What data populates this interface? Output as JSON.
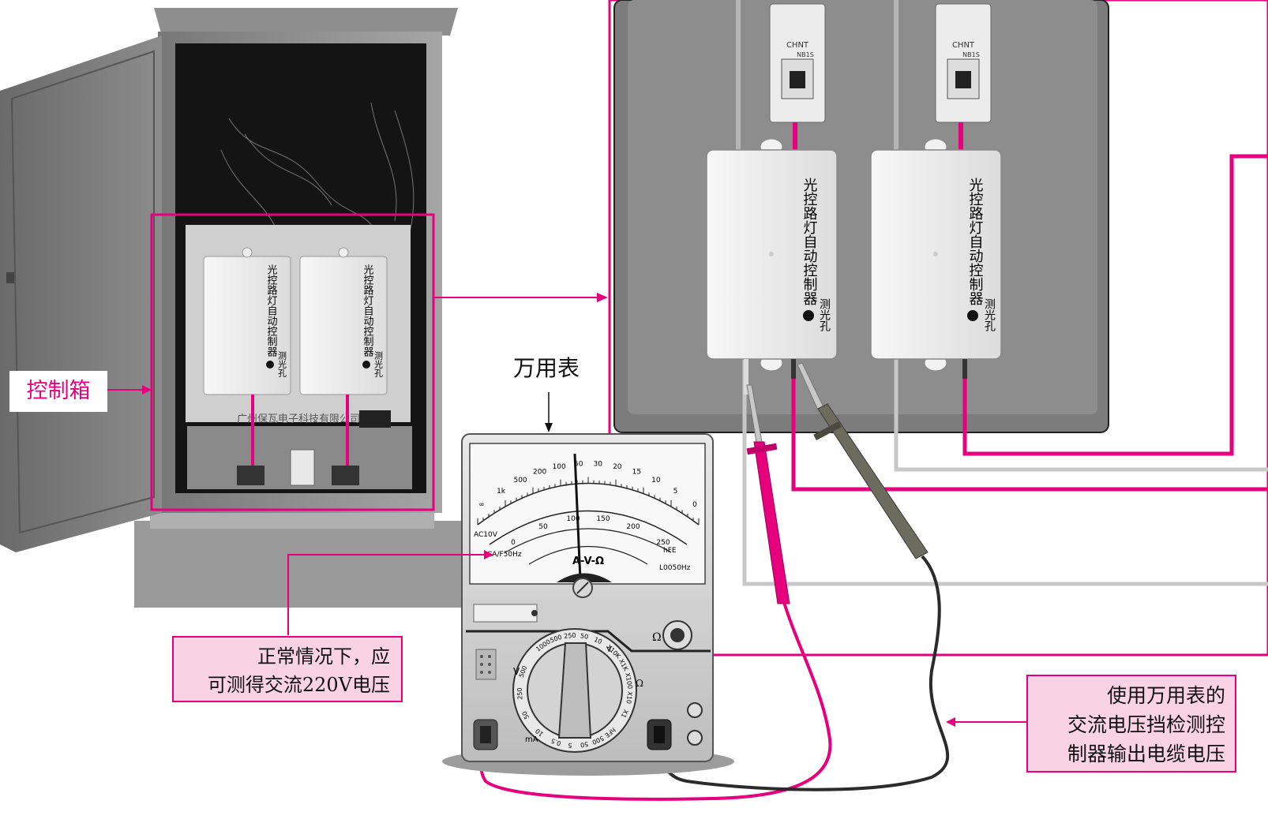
{
  "labels": {
    "control_box": "控制箱",
    "multimeter": "万用表",
    "normal_reading": [
      "正常情况下，应",
      "可测得交流220V电压"
    ],
    "method": [
      "使用万用表的",
      "交流电压挡检测控",
      "制器输出电缆电压"
    ]
  },
  "controller": {
    "label": "光控路灯自动控制器",
    "sensor": "测光孔"
  },
  "breaker_brand": "CHNT",
  "breaker_model": "NB1S",
  "plate_text": "广州保瓦电子科技有限公司",
  "meter": {
    "function_label": "A-V-Ω",
    "scale_labels": [
      "AC10V",
      "CA/F50Hz",
      "L0050Hz",
      "hFE"
    ],
    "ohm_scale": [
      "∞",
      "1k",
      "500",
      "200",
      "100",
      "50",
      "30",
      "20",
      "15",
      "10",
      "5",
      "0"
    ],
    "dc_scale": [
      "0",
      "50",
      "100",
      "150",
      "200",
      "250"
    ],
    "dial_vdc": [
      "1000",
      "500",
      "250",
      "50",
      "10"
    ],
    "dial_ohm": [
      "X10K",
      "X1K",
      "X100",
      "X10",
      "X1"
    ],
    "dial_ma": [
      "10",
      "50",
      "250",
      "500"
    ],
    "dial_bottom": [
      "hFE",
      "500",
      "50",
      "5",
      "0.5"
    ],
    "dial_v_letter": "V",
    "dial_ohm_letter": "Ω",
    "dial_ma_letter": "mA",
    "ohm_socket_letter": "Ω"
  },
  "colors": {
    "accent": "#e6007e",
    "callout_bg": "#f9d3e3",
    "probe_black": "#2b2b2b"
  }
}
